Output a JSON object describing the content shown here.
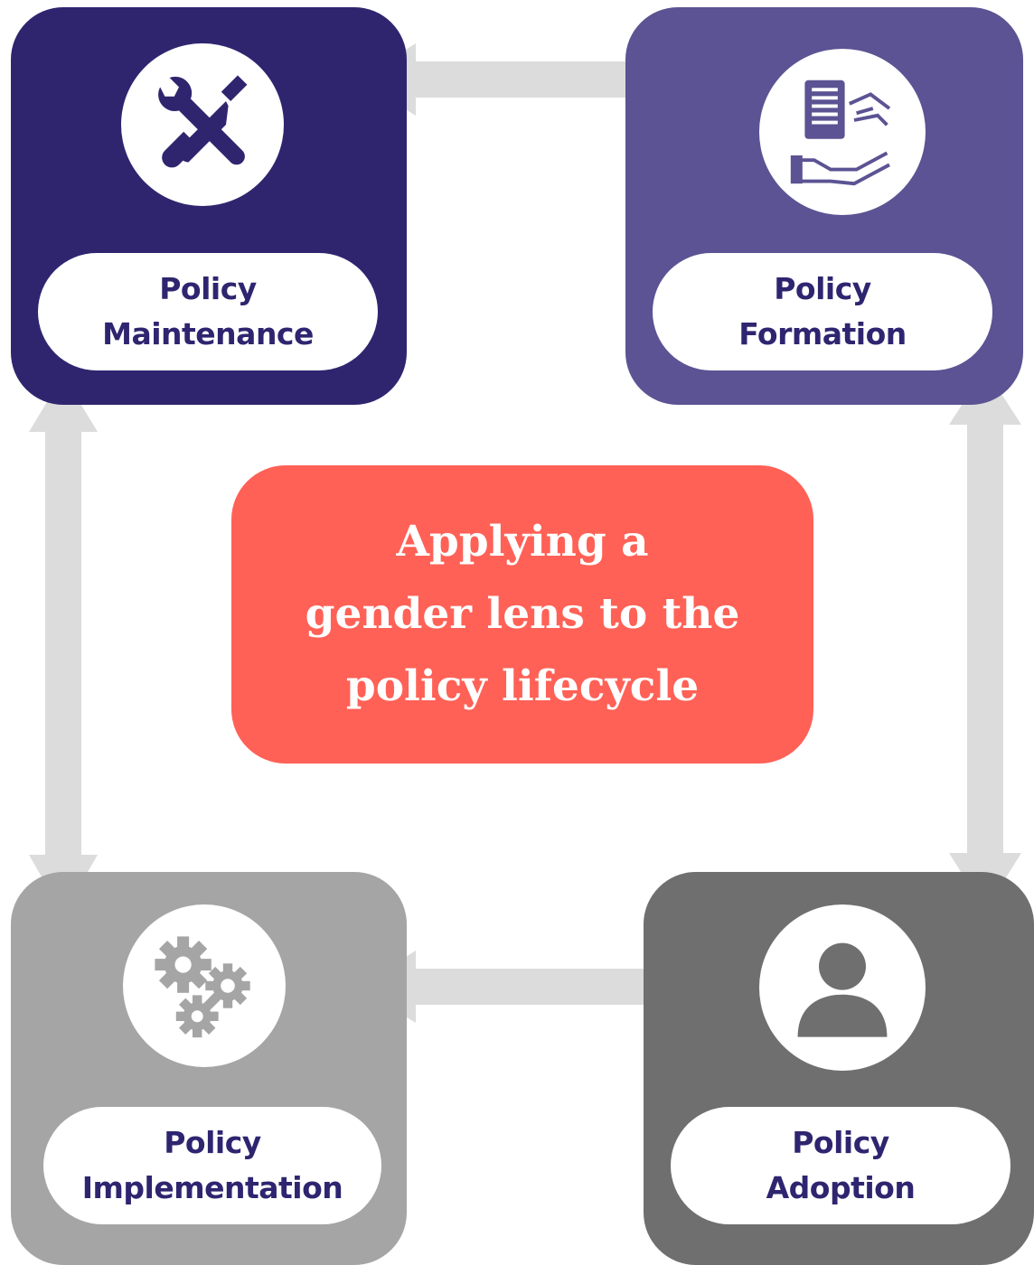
{
  "colors": {
    "maintenance": "#2f256f",
    "formation": "#5b5393",
    "implementation": "#a5a5a5",
    "adoption": "#6f6f6f",
    "center": "#ff6156",
    "arrow": "#dcdcdc",
    "label_text": "#2e2570"
  },
  "center": {
    "lines": [
      "Applying a",
      "gender lens to the",
      "policy lifecycle"
    ]
  },
  "stages": {
    "maintenance": {
      "line1": "Policy",
      "line2": "Maintenance",
      "icon": "wrench-screwdriver-icon"
    },
    "formation": {
      "line1": "Policy",
      "line2": "Formation",
      "icon": "document-hand-icon"
    },
    "implementation": {
      "line1": "Policy",
      "line2": "Implementation",
      "icon": "gears-icon"
    },
    "adoption": {
      "line1": "Policy",
      "line2": "Adoption",
      "icon": "person-icon"
    }
  }
}
